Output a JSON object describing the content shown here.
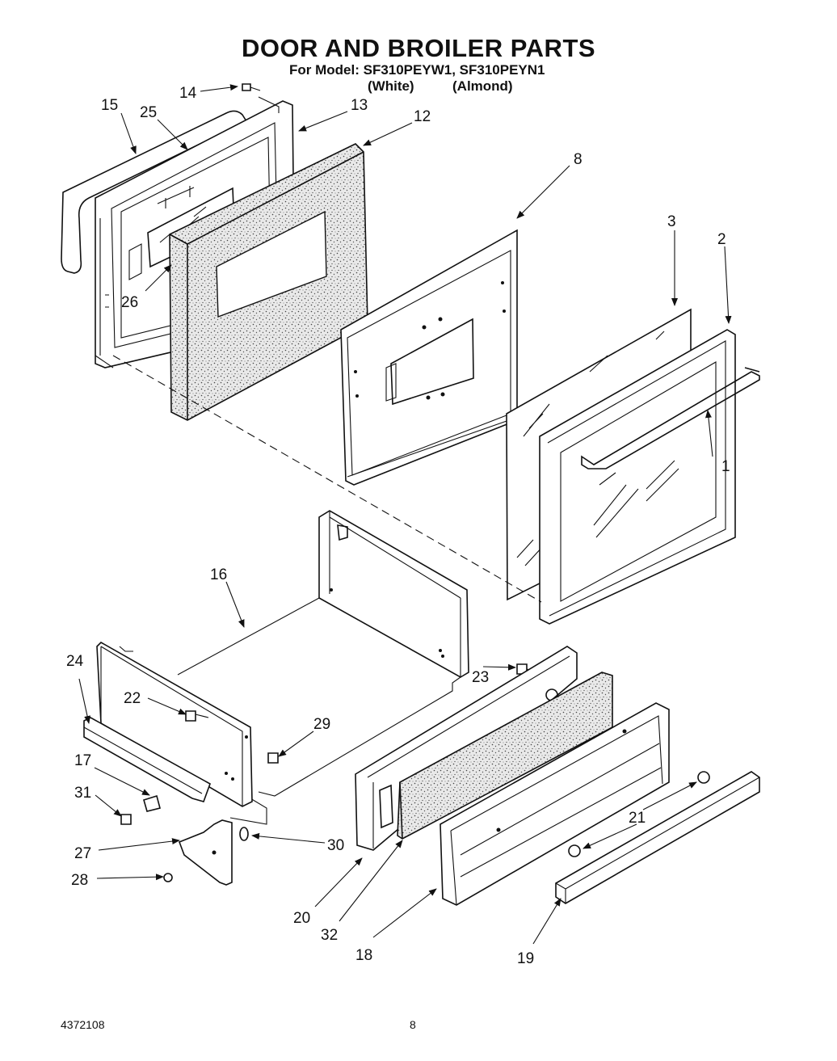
{
  "header": {
    "title": "DOOR AND BROILER PARTS",
    "model_line": "For Model: SF310PEYW1, SF310PEYN1",
    "variant_white": "(White)",
    "variant_almond": "(Almond)"
  },
  "callouts": {
    "n1": "1",
    "n2": "2",
    "n3": "3",
    "n8": "8",
    "n12": "12",
    "n13": "13",
    "n14": "14",
    "n15": "15",
    "n16": "16",
    "n17": "17",
    "n18": "18",
    "n19": "19",
    "n20": "20",
    "n21": "21",
    "n22": "22",
    "n23": "23",
    "n24": "24",
    "n25": "25",
    "n26": "26",
    "n27": "27",
    "n28": "28",
    "n29": "29",
    "n30": "30",
    "n31": "31",
    "n32": "32"
  },
  "footer": {
    "doc_number": "4372108",
    "page_number": "8"
  }
}
